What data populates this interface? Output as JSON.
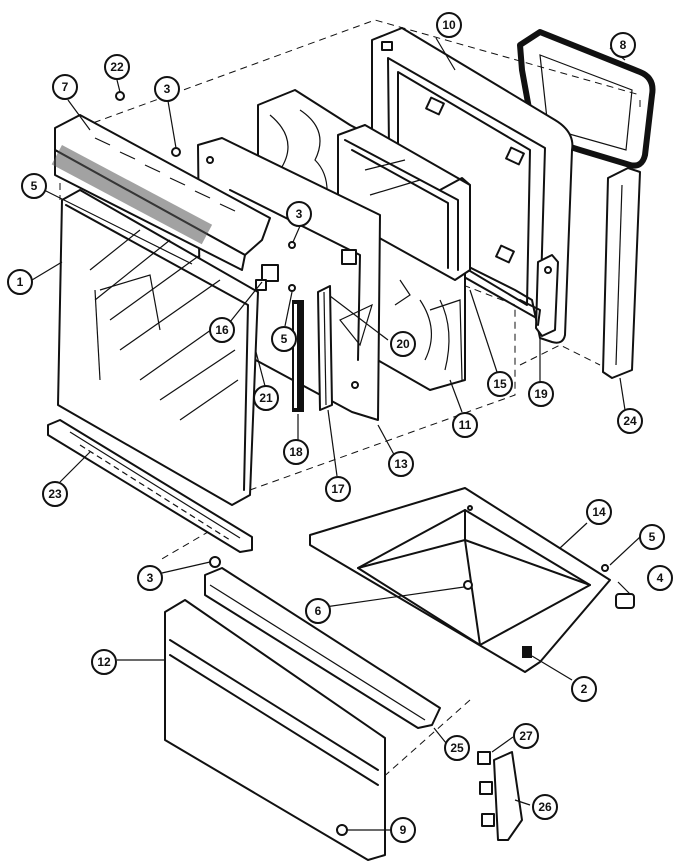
{
  "diagram": {
    "callouts": [
      {
        "id": "c-1",
        "label": "1"
      },
      {
        "id": "c-2",
        "label": "2"
      },
      {
        "id": "c-3a",
        "label": "3"
      },
      {
        "id": "c-3b",
        "label": "3"
      },
      {
        "id": "c-3c",
        "label": "3"
      },
      {
        "id": "c-4",
        "label": "4"
      },
      {
        "id": "c-5a",
        "label": "5"
      },
      {
        "id": "c-5b",
        "label": "5"
      },
      {
        "id": "c-5c",
        "label": "5"
      },
      {
        "id": "c-6",
        "label": "6"
      },
      {
        "id": "c-7",
        "label": "7"
      },
      {
        "id": "c-8",
        "label": "8"
      },
      {
        "id": "c-9",
        "label": "9"
      },
      {
        "id": "c-10",
        "label": "10"
      },
      {
        "id": "c-11",
        "label": "11"
      },
      {
        "id": "c-12",
        "label": "12"
      },
      {
        "id": "c-13",
        "label": "13"
      },
      {
        "id": "c-14",
        "label": "14"
      },
      {
        "id": "c-15",
        "label": "15"
      },
      {
        "id": "c-16",
        "label": "16"
      },
      {
        "id": "c-17",
        "label": "17"
      },
      {
        "id": "c-18",
        "label": "18"
      },
      {
        "id": "c-19",
        "label": "19"
      },
      {
        "id": "c-20",
        "label": "20"
      },
      {
        "id": "c-21",
        "label": "21"
      },
      {
        "id": "c-22",
        "label": "22"
      },
      {
        "id": "c-23",
        "label": "23"
      },
      {
        "id": "c-24",
        "label": "24"
      },
      {
        "id": "c-25",
        "label": "25"
      },
      {
        "id": "c-26",
        "label": "26"
      },
      {
        "id": "c-27",
        "label": "27"
      }
    ]
  }
}
